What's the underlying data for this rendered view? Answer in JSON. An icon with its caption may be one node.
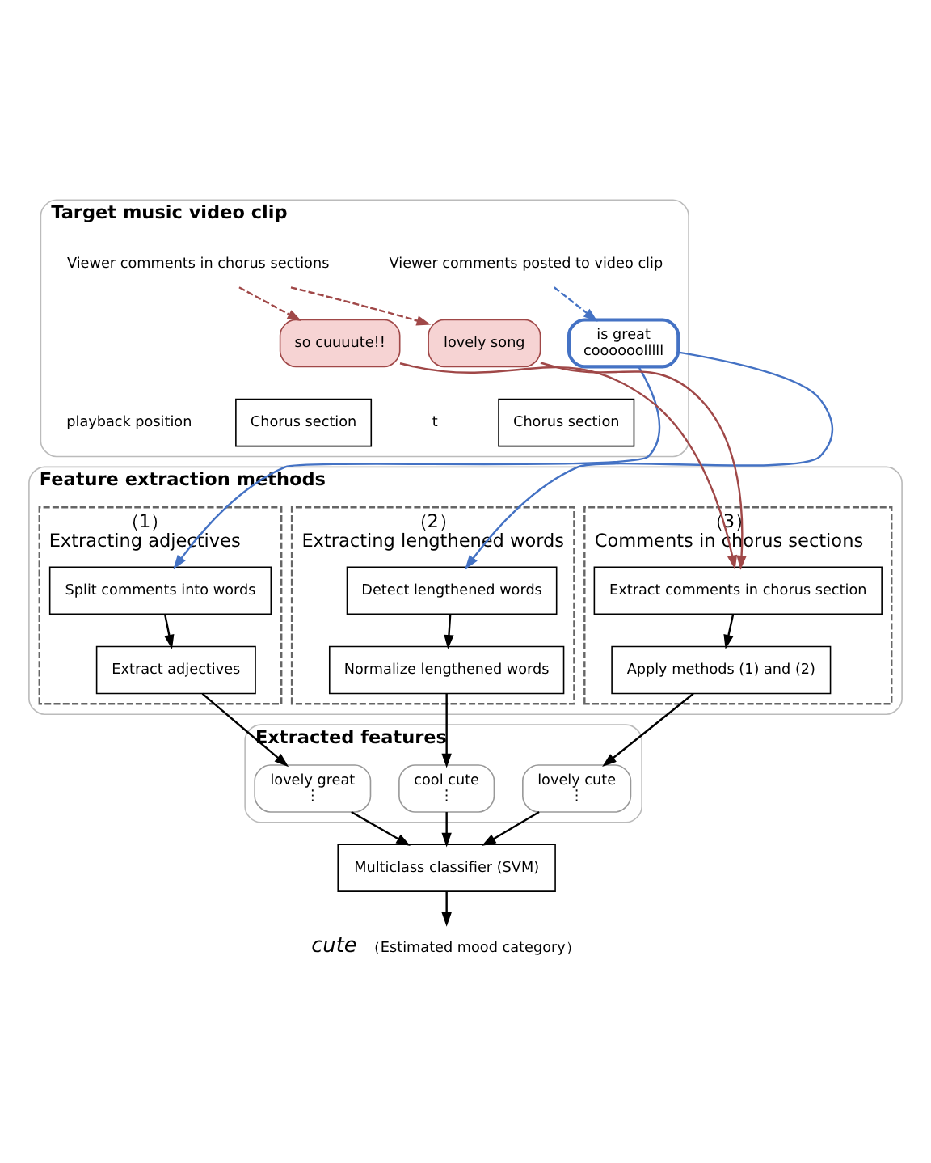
{
  "diagram": {
    "nodes": [
      {
        "text": [
          "Target music video clip"
        ]
      },
      {
        "text": [
          "Viewer comments posted to video clip"
        ],
        "in": 0
      },
      {
        "text": [
          "Viewer comments in chorus sections"
        ],
        "in": 0
      },
      {
        "text": [
          "is great",
          "coooooolllll"
        ],
        "in": 0
      },
      {
        "text": [
          "so cuuuute!!"
        ],
        "in": 0
      },
      {
        "text": [
          "lovely song"
        ],
        "in": 0
      },
      {
        "text": [
          "Chorus section"
        ],
        "in": 0
      },
      {
        "text": [
          "Chorus section"
        ],
        "in": 0
      },
      {
        "text": [
          "Feature extraction methods"
        ]
      },
      {
        "text": [
          "（1）",
          "Extracting adjectives"
        ],
        "in": 8
      },
      {
        "text": [
          "Split comments into words"
        ],
        "in": 9
      },
      {
        "text": [
          "Extract adjectives"
        ],
        "in": 9
      },
      {
        "text": [
          "（2）",
          "Extracting lengthened words"
        ],
        "in": 8
      },
      {
        "text": [
          "Detect lengthened words"
        ],
        "in": 12
      },
      {
        "text": [
          "Normalize lengthened words"
        ],
        "in": 12
      },
      {
        "text": [
          "（3）",
          "Comments in chorus sections"
        ],
        "in": 8
      },
      {
        "text": [
          "Extract comments in chorus section"
        ],
        "in": 15
      },
      {
        "text": [
          "Apply methods (1) and (2)"
        ],
        "in": 15
      },
      {
        "text": [
          "Extracted features"
        ]
      },
      {
        "text": [
          "lovely great",
          "⋮"
        ],
        "in": 18
      },
      {
        "text": [
          "cool cute",
          "⋮"
        ],
        "in": 18
      },
      {
        "text": [
          "lovely cute",
          "⋮"
        ],
        "in": 18
      },
      {
        "text": [
          "Multiclass classifier (SVM)"
        ]
      },
      {
        "text": [
          "cute"
        ],
        "beside": [
          "（Estimated mood category）"
        ]
      }
    ],
    "edges": [
      {
        "from": 1,
        "to": 3,
        "arrow": "to",
        "style": "dashed",
        "color": "#4472c4"
      },
      {
        "from": 2,
        "to": 4,
        "arrow": "to",
        "style": "dashed",
        "color": "#a04848"
      },
      {
        "from": 2,
        "to": 5,
        "arrow": "to",
        "style": "dashed",
        "color": "#a04848"
      },
      {
        "from": 3,
        "to": 10,
        "arrow": "to",
        "color": "#4472c4"
      },
      {
        "from": 3,
        "to": 13,
        "arrow": "to",
        "color": "#4472c4"
      },
      {
        "from": 4,
        "to": 16,
        "arrow": "to",
        "color": "#a04848"
      },
      {
        "from": 5,
        "to": 16,
        "arrow": "to",
        "color": "#a04848"
      },
      {
        "from": 10,
        "to": 11,
        "arrow": "to"
      },
      {
        "from": 11,
        "to": 19,
        "arrow": "to"
      },
      {
        "from": 13,
        "to": 14,
        "arrow": "to"
      },
      {
        "from": 14,
        "to": 20,
        "arrow": "to"
      },
      {
        "from": 16,
        "to": 17,
        "arrow": "to"
      },
      {
        "from": 17,
        "to": 21,
        "arrow": "to"
      },
      {
        "from": 19,
        "to": 22,
        "arrow": "to"
      },
      {
        "from": 20,
        "to": 22,
        "arrow": "to"
      },
      {
        "from": 21,
        "to": 22,
        "arrow": "to"
      },
      {
        "from": 22,
        "to": 23,
        "arrow": "to"
      }
    ],
    "labels": [
      "playback position",
      "t"
    ]
  }
}
